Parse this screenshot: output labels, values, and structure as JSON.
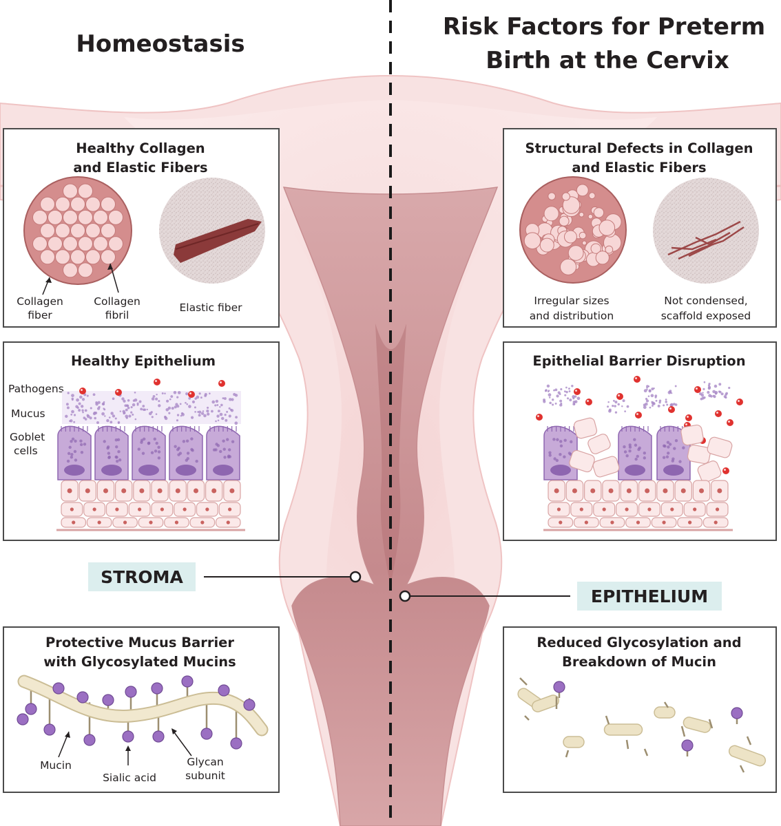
{
  "titles": {
    "left": "Homeostasis",
    "right_line1": "Risk Factors for Preterm",
    "right_line2": "Birth at the Cervix"
  },
  "panels": {
    "healthy_collagen": {
      "title_line1": "Healthy Collagen",
      "title_line2": "and Elastic Fibers",
      "label_collagen_fiber_1": "Collagen",
      "label_collagen_fiber_2": "fiber",
      "label_collagen_fibril_1": "Collagen",
      "label_collagen_fibril_2": "fibril",
      "label_elastic_fiber": "Elastic fiber"
    },
    "structural_defects": {
      "title_line1": "Structural Defects in Collagen",
      "title_line2": "and Elastic Fibers",
      "label_irregular_1": "Irregular sizes",
      "label_irregular_2": "and distribution",
      "label_not_condensed_1": "Not condensed,",
      "label_not_condensed_2": "scaffold exposed"
    },
    "healthy_epithelium": {
      "title": "Healthy Epithelium",
      "label_pathogens": "Pathogens",
      "label_mucus": "Mucus",
      "label_goblet_1": "Goblet",
      "label_goblet_2": "cells"
    },
    "barrier_disruption": {
      "title": "Epithelial Barrier Disruption"
    },
    "mucus_barrier": {
      "title_line1": "Protective Mucus Barrier",
      "title_line2": "with Glycosylated Mucins",
      "label_mucin": "Mucin",
      "label_sialic": "Sialic acid",
      "label_glycan_1": "Glycan",
      "label_glycan_2": "subunit"
    },
    "reduced_glycosylation": {
      "title_line1": "Reduced Glycosylation and",
      "title_line2": "Breakdown of Mucin"
    }
  },
  "callouts": {
    "stroma": "STROMA",
    "epithelium": "EPITHELIUM"
  },
  "colors": {
    "tissue_light": "#f6dcdc",
    "tissue_mid": "#e9b8b8",
    "canal_dark": "#c98f92",
    "collagen_fill": "#d38c8c",
    "fibril_fill": "#f7d6d6",
    "elastic": "#8e3b3b",
    "goblet": "#c7aad8",
    "goblet_dark": "#8e66b0",
    "pathogen": "#e0322f",
    "mucin_strand": "#ede3c6",
    "sialic": "#9b6fc2",
    "tag_bg": "#dceeee"
  }
}
